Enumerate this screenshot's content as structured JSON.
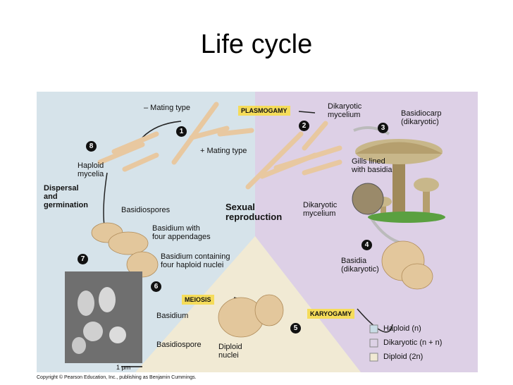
{
  "title": "Life cycle",
  "copyright": "Copyright © Pearson Education, Inc., publishing as Benjamin Cummings.",
  "labels": {
    "minus_mating": "– Mating type",
    "plus_mating": "+ Mating type",
    "plasmogamy": "PLASMOGAMY",
    "dikaryotic_mycelium_1": "Dikaryotic",
    "dikaryotic_mycelium_2": "mycelium",
    "basidiocarp_1": "Basidiocarp",
    "basidiocarp_2": "(dikaryotic)",
    "gills_1": "Gills lined",
    "gills_2": "with basidia",
    "haploid_mycelia_1": "Haploid",
    "haploid_mycelia_2": "mycelia",
    "dispersal_1": "Dispersal",
    "dispersal_2": "and",
    "dispersal_3": "germination",
    "basidiospores": "Basidiospores",
    "sexual_1": "Sexual",
    "sexual_2": "reproduction",
    "dik_myc2_1": "Dikaryotic",
    "dik_myc2_2": "mycelium",
    "basidium_app_1": "Basidium with",
    "basidium_app_2": "four appendages",
    "basidium_cont_1": "Basidium containing",
    "basidium_cont_2": "four haploid nuclei",
    "basidia_1": "Basidia",
    "basidia_2": "(dikaryotic)",
    "meiosis": "MEIOSIS",
    "karyogamy": "KARYOGAMY",
    "basidium": "Basidium",
    "basidiospore": "Basidiospore",
    "diploid_nuclei_1": "Diploid",
    "diploid_nuclei_2": "nuclei",
    "scale": "1 μm"
  },
  "steps": [
    "1",
    "2",
    "3",
    "4",
    "5",
    "6",
    "7",
    "8"
  ],
  "legend": [
    {
      "label": "Haploid (n)",
      "color": "#c9dce6"
    },
    {
      "label": "Dikaryotic (n + n)",
      "color": "#ddd2e6"
    },
    {
      "label": "Diploid (2n)",
      "color": "#f1ead4"
    }
  ],
  "colors": {
    "haploid_bg": "#d6e3ea",
    "dikaryotic_bg": "#ddd0e6",
    "diploid_bg": "#f1ead4",
    "box": "#f5dc5a"
  }
}
